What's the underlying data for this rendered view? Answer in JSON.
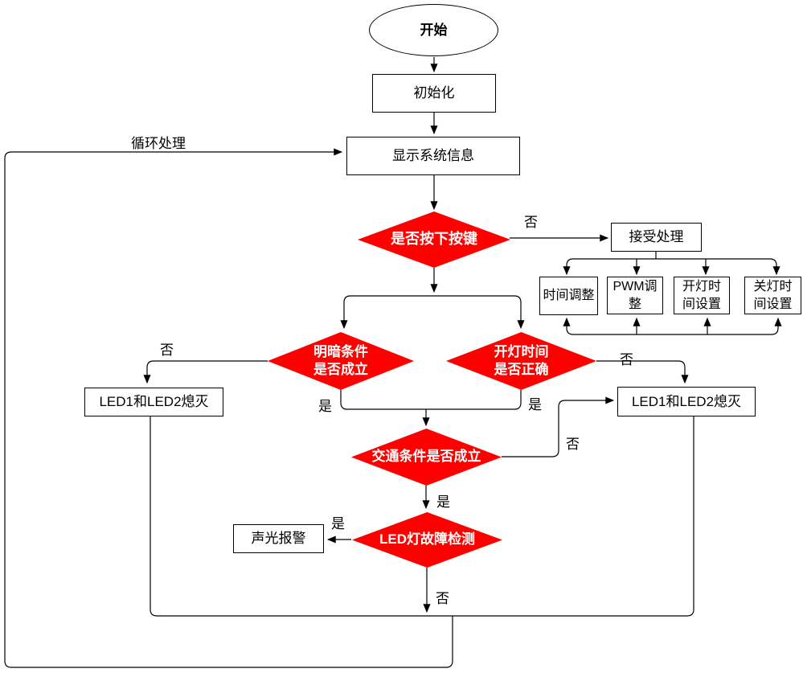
{
  "nodes": {
    "start": "开始",
    "init": "初始化",
    "display_info": "显示系统信息",
    "key_pressed": "是否按下按键",
    "accept": "接受处理",
    "time_adjust": "时间调整",
    "pwm_adjust": "PWM调\n整",
    "on_time_set": "开灯时\n间设置",
    "off_time_set": "关灯时\n间设置",
    "light_cond": "明暗条件\n是否成立",
    "on_time_ok": "开灯时间\n是否正确",
    "led_off_left": "LED1和LED2熄灭",
    "led_off_right": "LED1和LED2熄灭",
    "traffic_cond": "交通条件是否成立",
    "fault_detect": "LED灯故障检测",
    "alarm": "声光报警"
  },
  "labels": {
    "loop": "循环处理",
    "no1": "否",
    "no2": "否",
    "yes1": "是",
    "yes2": "是",
    "no3": "否",
    "no4": "否",
    "yes3": "是",
    "yes4": "是",
    "no5": "否"
  },
  "colors": {
    "decision_fill": "#fe0000",
    "decision_text": "#ffffff",
    "line": "#000000",
    "box_border": "#000000",
    "box_fill": "#ffffff",
    "background": "#ffffff"
  }
}
